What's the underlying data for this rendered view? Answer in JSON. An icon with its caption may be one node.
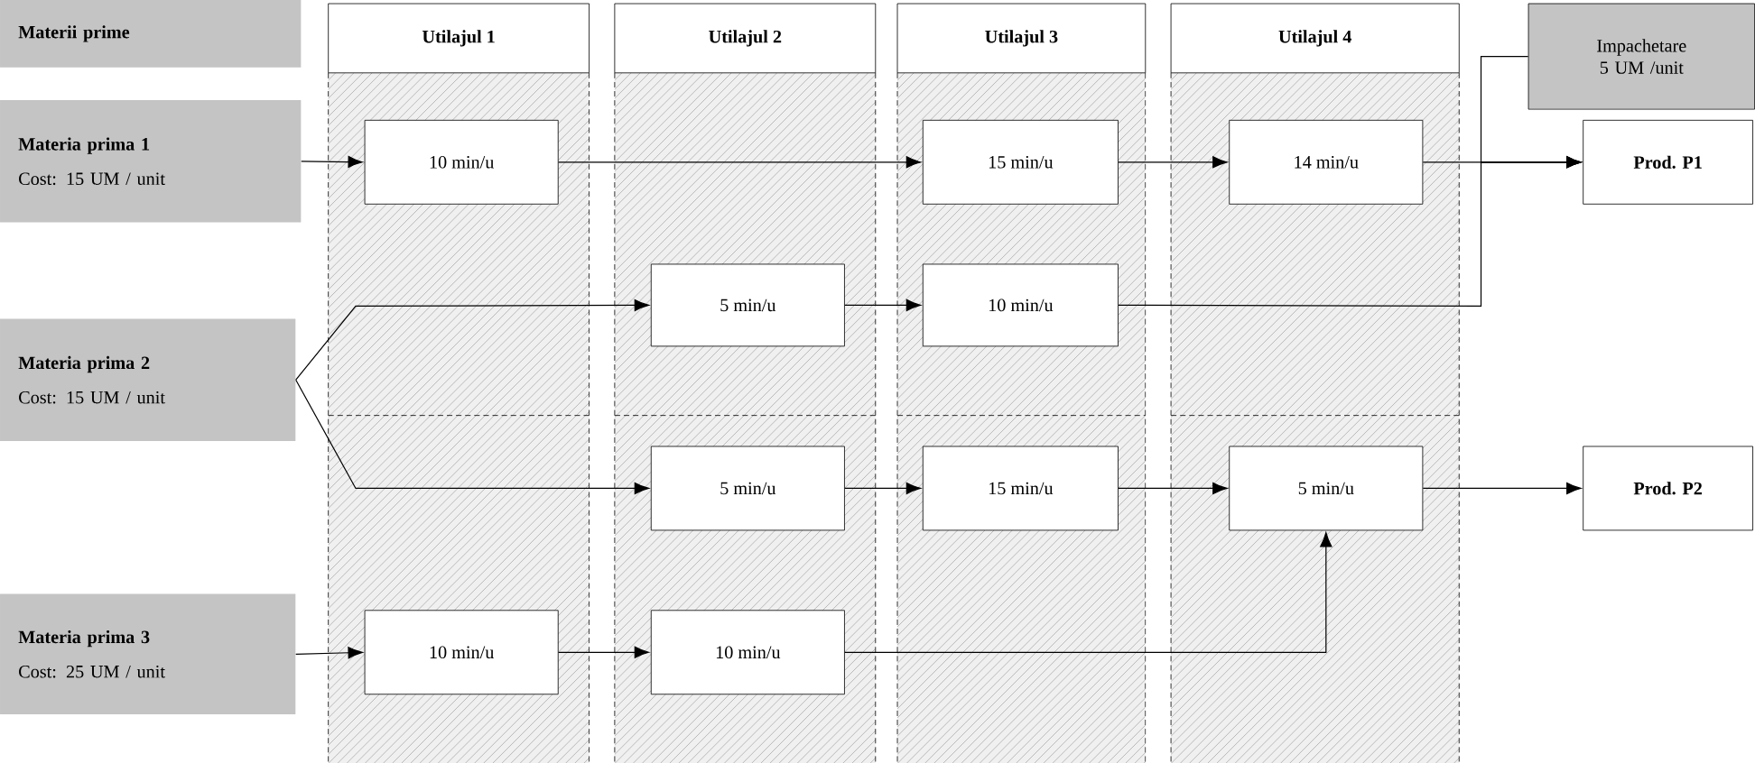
{
  "diagram": {
    "nodes": [
      {
        "text": [
          "Materii prime"
        ]
      },
      {
        "text": [
          "Utilajul 1"
        ]
      },
      {
        "text": [
          "Utilajul 2"
        ]
      },
      {
        "text": [
          "Utilajul 3"
        ]
      },
      {
        "text": [
          "Utilajul 4"
        ]
      },
      {
        "text": [
          "Impachetare 5 UM /unit"
        ]
      },
      {
        "text": [
          "Materia prima 1",
          "Cost: 15 UM / unit"
        ]
      },
      {
        "text": [
          "10 min/u"
        ]
      },
      {
        "text": [
          "15 min/u"
        ]
      },
      {
        "text": [
          "14 min/u"
        ]
      },
      {
        "text": [
          "Prod. P1"
        ]
      },
      {
        "text": [
          "Materia prima 2",
          "Cost: 15 UM / unit"
        ]
      },
      {
        "text": [
          "5 min/u"
        ]
      },
      {
        "text": [
          "10 min/u"
        ]
      },
      {
        "text": [
          "5 min/u"
        ]
      },
      {
        "text": [
          "15 min/u"
        ]
      },
      {
        "text": [
          "5 min/u"
        ]
      },
      {
        "text": [
          "Prod. P2"
        ]
      },
      {
        "text": [
          "Materia prima 3",
          "Cost: 25 UM / unit"
        ]
      },
      {
        "text": [
          "10 min/u"
        ]
      },
      {
        "text": [
          "10 min/u"
        ]
      }
    ],
    "edges": [
      {
        "from": 6,
        "to": 7,
        "arrow": "to"
      },
      {
        "from": 7,
        "to": 8,
        "arrow": "to"
      },
      {
        "from": 8,
        "to": 9,
        "arrow": "to"
      },
      {
        "from": 9,
        "to": 10,
        "arrow": "to"
      },
      {
        "from": 13,
        "to": 10,
        "arrow": "to"
      },
      {
        "from": 5,
        "to": 10,
        "arrow": "to"
      },
      {
        "from": 11,
        "to": 12,
        "arrow": "to"
      },
      {
        "from": 12,
        "to": 13,
        "arrow": "to"
      },
      {
        "from": 11,
        "to": 14,
        "arrow": "to"
      },
      {
        "from": 14,
        "to": 15,
        "arrow": "to"
      },
      {
        "from": 15,
        "to": 16,
        "arrow": "to"
      },
      {
        "from": 16,
        "to": 17,
        "arrow": "to"
      },
      {
        "from": 18,
        "to": 19,
        "arrow": "to"
      },
      {
        "from": 19,
        "to": 20,
        "arrow": "to"
      },
      {
        "from": 20,
        "to": 16,
        "arrow": "to"
      }
    ]
  }
}
